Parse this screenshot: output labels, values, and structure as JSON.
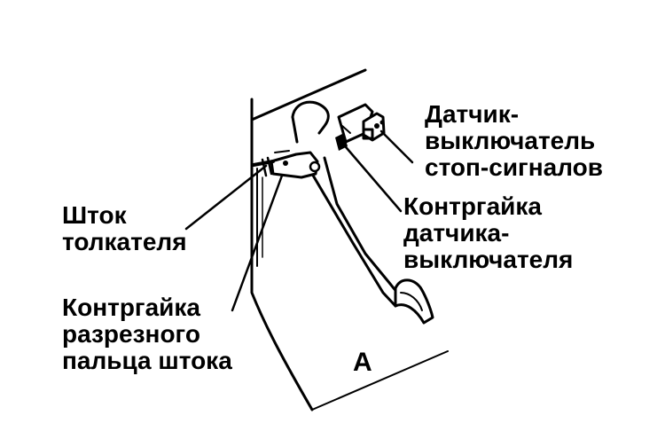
{
  "diagram": {
    "labels": {
      "brake_light_switch": [
        "Датчик-",
        "выключатель",
        "стоп-сигналов"
      ],
      "switch_locknut": [
        "Контргайка",
        "датчика-",
        "выключателя"
      ],
      "pushrod": [
        "Шток",
        "толкателя"
      ],
      "clevis_pin_locknut": [
        "Контргайка",
        "разрезного",
        "пальца штока"
      ],
      "dimension": "A"
    },
    "colors": {
      "ink": "#000000",
      "paper": "#ffffff"
    }
  }
}
